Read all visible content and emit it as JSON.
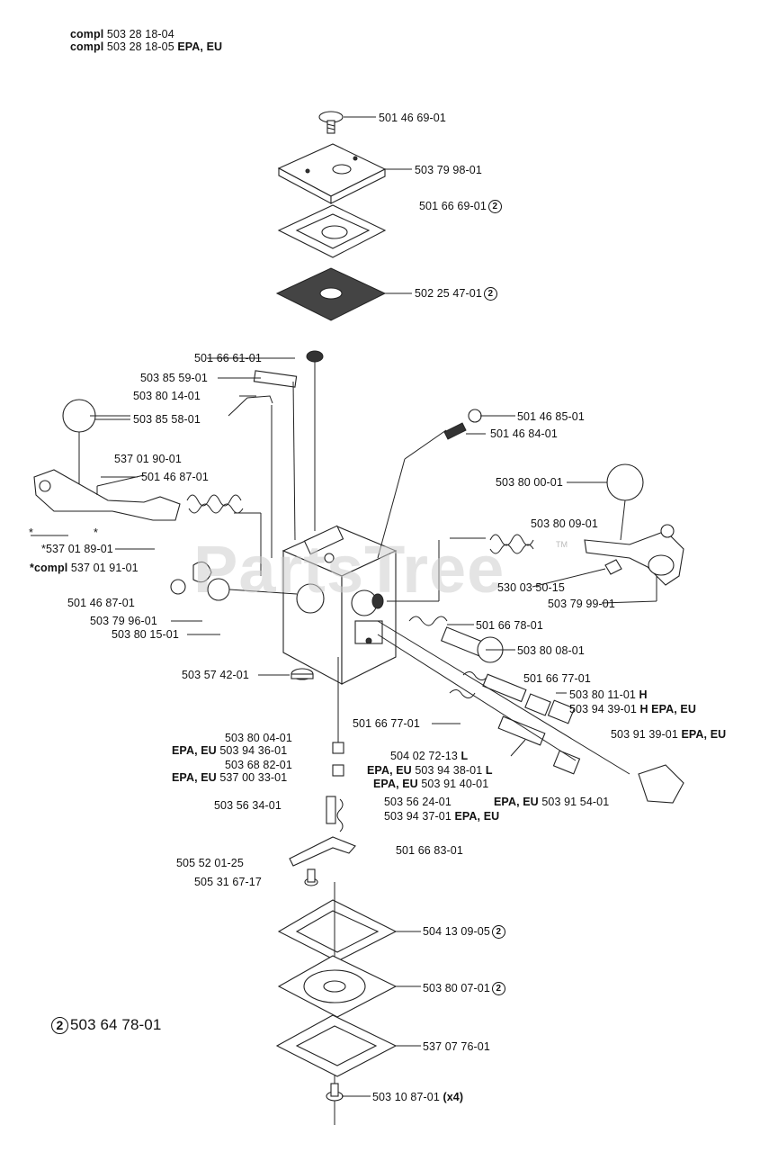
{
  "header": {
    "line1_prefix": "compl",
    "line1_number": "503 28 18-04",
    "line2_prefix": "compl",
    "line2_number": "503 28 18-05",
    "line2_suffix": "EPA, EU"
  },
  "watermark": {
    "text": "PartsTree",
    "tm": "TM"
  },
  "kit_note": {
    "marker": "2",
    "number": "503 64 78-01"
  },
  "labels": {
    "p01": "501 46 69-01",
    "p02": "503 79 98-01",
    "p03": "501 66 69-01",
    "p04": "502 25 47-01",
    "p05": "501 66 61-01",
    "p06": "503 85 59-01",
    "p07": "503 80 14-01",
    "p08": "503 85 58-01",
    "p09": "501 46 85-01",
    "p10": "501 46 84-01",
    "p11": "537 01 90-01",
    "p12": "501 46 87-01",
    "p13": "503 80 00-01",
    "p14": "503 80 09-01",
    "p15a": "*",
    "p15b": "*",
    "p16": "*537 01 89-01",
    "p17_prefix": "*compl",
    "p17": "537 01 91-01",
    "p18": "530 03 50-15",
    "p19": "503 79 99-01",
    "p20": "501 46 87-01",
    "p21": "503 79 96-01",
    "p22": "503 80 15-01",
    "p23": "501 66 78-01",
    "p24": "503 80 08-01",
    "p25": "503 57 42-01",
    "p26": "501 66 77-01",
    "p27": "503 80 11-01",
    "p27_suffix": "H",
    "p28": "503 94 39-01",
    "p28_suffix": "H EPA, EU",
    "p29": "501 66 77-01",
    "p30": "503 91 39-01",
    "p30_suffix": "EPA, EU",
    "p31": "503 80 04-01",
    "p32_prefix": "EPA, EU",
    "p32": "503 94 36-01",
    "p33": "503 68 82-01",
    "p34_prefix": "EPA, EU",
    "p34": "537 00 33-01",
    "p35": "504 02 72-13",
    "p35_suffix": "L",
    "p36_prefix": "EPA, EU",
    "p36": "503 94 38-01",
    "p36_suffix": "L",
    "p37_prefix": "EPA, EU",
    "p37": "503 91 40-01",
    "p38": "503 56 34-01",
    "p39": "503 56 24-01",
    "p40_prefix": "EPA, EU",
    "p40": "503 91 54-01",
    "p41": "503 94 37-01",
    "p41_suffix": "EPA, EU",
    "p42": "501 66 83-01",
    "p43": "505 52 01-25",
    "p44": "505 31 67-17",
    "p45": "504 13 09-05",
    "p46": "503 80 07-01",
    "p47": "537 07 76-01",
    "p48": "503 10 87-01",
    "p48_suffix": "(x4)"
  },
  "circled_marker": "2"
}
